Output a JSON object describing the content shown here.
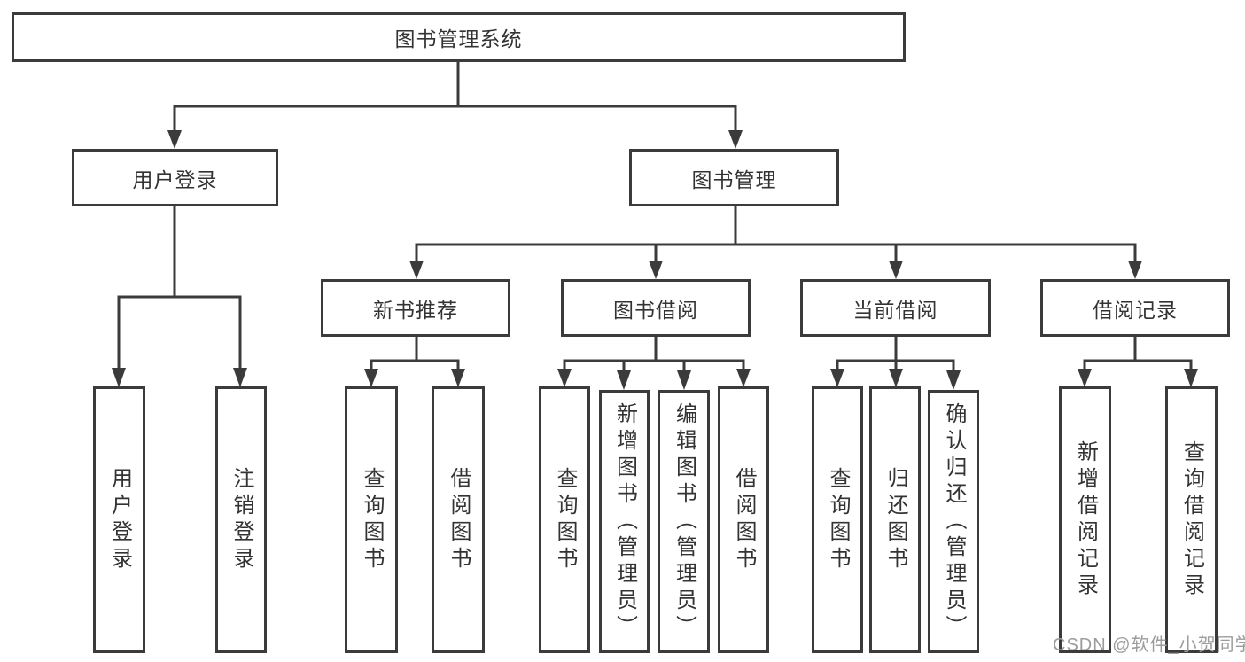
{
  "tree": {
    "root": {
      "label": "图书管理系统",
      "children": [
        {
          "label": "用户登录",
          "children": [
            {
              "label": "用户登录"
            },
            {
              "label": "注销登录"
            }
          ]
        },
        {
          "label": "图书管理",
          "children": [
            {
              "label": "新书推荐",
              "children": [
                {
                  "label": "查询图书"
                },
                {
                  "label": "借阅图书"
                }
              ]
            },
            {
              "label": "图书借阅",
              "children": [
                {
                  "label": "查询图书"
                },
                {
                  "label": "新增图书（管理员）"
                },
                {
                  "label": "编辑图书（管理员）"
                },
                {
                  "label": "借阅图书"
                }
              ]
            },
            {
              "label": "当前借阅",
              "children": [
                {
                  "label": "查询图书"
                },
                {
                  "label": "归还图书"
                },
                {
                  "label": "确认归还（管理员）"
                }
              ]
            },
            {
              "label": "借阅记录",
              "children": [
                {
                  "label": "新增借阅记录"
                },
                {
                  "label": "查询借阅记录"
                }
              ]
            }
          ]
        }
      ]
    }
  },
  "watermark": {
    "text": "CSDN @软件_小贺同学"
  },
  "colors": {
    "line": "#3b3b3b",
    "text": "#333333",
    "background": "#ffffff",
    "watermark": "#9c9c9c"
  }
}
